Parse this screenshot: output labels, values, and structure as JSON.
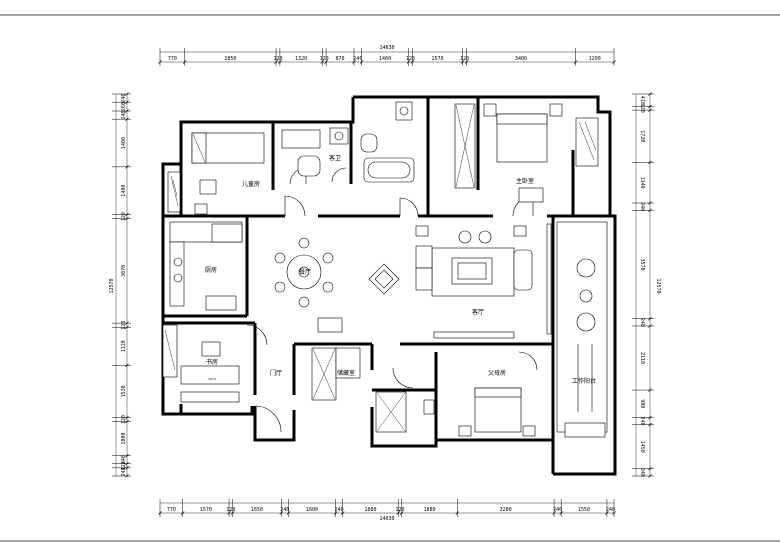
{
  "dimensions": {
    "top_total": "14630",
    "top_segments": [
      "770",
      "2850",
      "120",
      "1320",
      "120",
      "870",
      "240",
      "1460",
      "120",
      "1570",
      "120",
      "3400",
      "1200"
    ],
    "bottom_total": "14630",
    "bottom_segments": [
      "770",
      "1570",
      "120",
      "1650",
      "240",
      "1600",
      "240",
      "1880",
      "120",
      "1880",
      "3280",
      "240",
      "1550",
      "240"
    ],
    "left_total": "12570",
    "left_segments": [
      "240",
      "260",
      "240",
      "1400",
      "1400",
      "120",
      "3070",
      "120",
      "1120",
      "1530",
      "120",
      "1000",
      "240",
      "120",
      "240"
    ],
    "right_total": "12570",
    "right_segments": [
      "410",
      "120",
      "1720",
      "1340",
      "240",
      "3570",
      "240",
      "2110",
      "900",
      "240",
      "1450",
      "240"
    ]
  },
  "rooms": {
    "kids_room": "儿童房",
    "guest_bath": "客卫",
    "master_bedroom": "主卧室",
    "kitchen": "厨房",
    "dining": "餐厅",
    "living": "客厅",
    "study": "书房",
    "entry": "门厅",
    "storage": "储藏室",
    "parents_room": "父母房",
    "work_balcony": "工作阳台"
  },
  "notes": {
    "study_width": "1670"
  }
}
